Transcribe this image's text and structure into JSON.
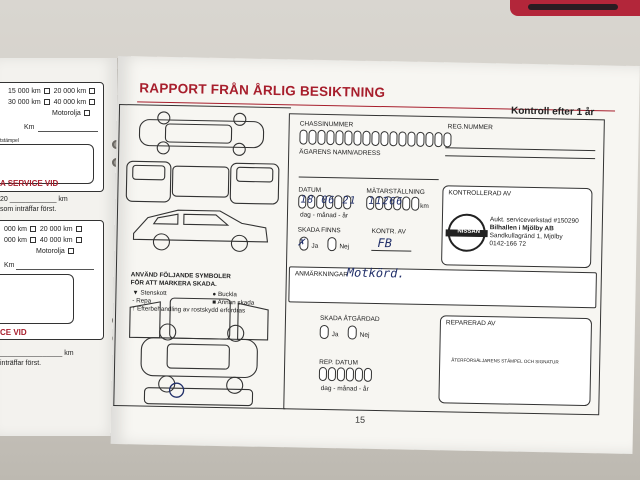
{
  "left_page": {
    "box1": {
      "rows": [
        {
          "a": "15 000 km",
          "b": "20 000 km"
        },
        {
          "a": "30 000 km",
          "b": "40 000 km"
        }
      ],
      "motorolja": "Motorolja",
      "km": "Km",
      "small_text": "tstämpel"
    },
    "service_heading": "A SERVICE VID",
    "service_value": "20",
    "service_unit": "km",
    "service_note": "som inträffar först.",
    "box2": {
      "rows": [
        {
          "a": "000 km",
          "b": "20 000 km"
        },
        {
          "a": "000 km",
          "b": "40 000 km"
        }
      ],
      "motorolja": "Motorolja",
      "km": "Km"
    },
    "service_heading2": "CE VID",
    "service_unit2": "km",
    "service_note2": "inträffar först."
  },
  "right_page": {
    "title": "RAPPORT FRÅN ÅRLIG BESIKTNING",
    "subtitle": "Kontroll efter 1 år",
    "chassinummer_label": "CHASSINUMMER",
    "regnummer_label": "REG.NUMMER",
    "agarens_label": "ÄGARENS NAMN/ADRESS",
    "datum_label": "DATUM",
    "datum_value": "18 06 21",
    "datum_sub": "dag - månad - år",
    "matarstallning_label": "MÄTARSTÄLLNING",
    "matarstallning_value": "11266",
    "matarstallning_unit": "km",
    "kontrollerad_label": "KONTROLLERAD AV",
    "stamp": {
      "line1": "Aukt. serviceverkstad #150290",
      "line2": "Bilhallen i Mjölby AB",
      "line3": "Sandkullagränd 1, Mjölby",
      "line4": "0142-166 72",
      "logo_text": "NISSAN"
    },
    "skada_finns_label": "SKADA FINNS",
    "ja_label": "Ja",
    "nej_label": "Nej",
    "kontr_av_label": "KONTR. AV",
    "kontr_av_value": "FB",
    "anmarkningar_label": "ANMÄRKNINGAR",
    "anmarkningar_value": "Motkörd.",
    "skada_atgardad_label": "SKADA ÅTGÄRDAD",
    "reparerad_label": "REPARERAD AV",
    "rep_datum_label": "REP. DATUM",
    "rep_datum_sub": "dag - månad - år",
    "stamp_note": "ÅTERFÖRSÄLJARENS STÄMPEL OCH SIGNATUR",
    "legend": {
      "heading1": "ANVÄND FÖLJANDE SYMBOLER",
      "heading2": "FÖR ATT MARKERA SKADA.",
      "stenskott": "Stenskott",
      "repa": "Repa",
      "buckla": "Buckla",
      "annan_skada": "Annan skada",
      "efterbehandling": "Efterbehandling av rostskydd erfordras"
    },
    "page_number": "15"
  }
}
